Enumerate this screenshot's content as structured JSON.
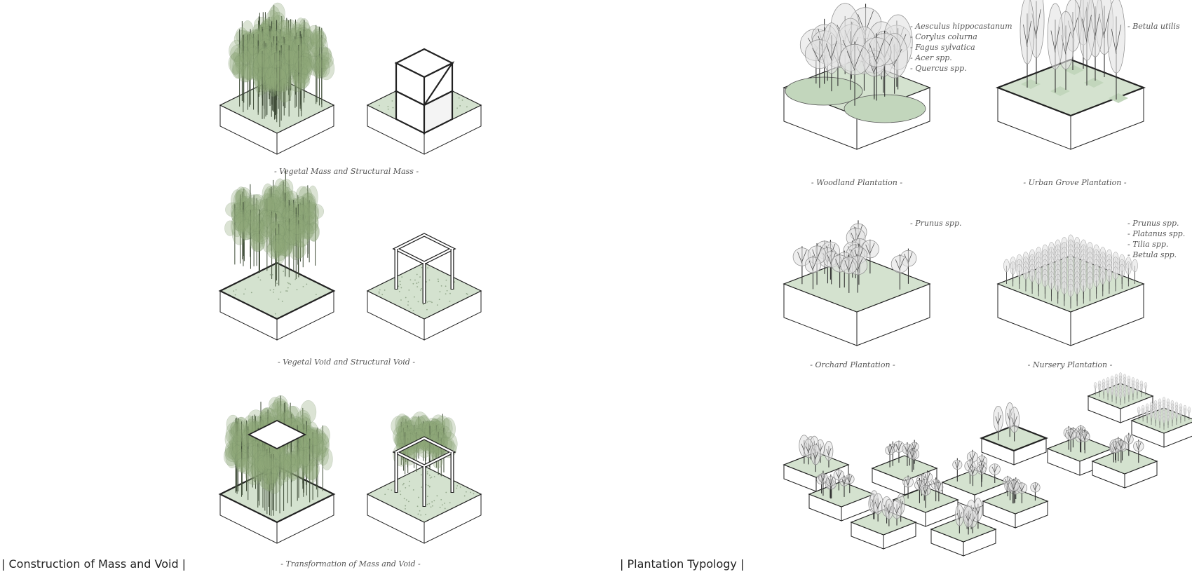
{
  "sections": {
    "left_title": "| Construction of Mass and Void |",
    "right_title": "| Plantation Typology |"
  },
  "captions": {
    "mass": "- Vegetal Mass and Structural Mass -",
    "void": "- Vegetal Void and Structural Void -",
    "transformation": "- Transformation of Mass and Void -",
    "woodland": "- Woodland Plantation -",
    "urban_grove": "- Urban Grove Plantation -",
    "orchard": "- Orchard Plantation -",
    "nursery": "- Nursery Plantation -"
  },
  "species": {
    "woodland": [
      "- Aesculus hippocastanum",
      "- Corylus colurna",
      "- Fagus sylvatica",
      "- Acer spp.",
      "- Quercus spp."
    ],
    "urban_grove": [
      "- Betula utilis"
    ],
    "orchard": [
      "- Prunus spp."
    ],
    "nursery": [
      "- Prunus spp.",
      "- Platanus spp.",
      "- Tilia spp.",
      "- Betula spp."
    ]
  },
  "colors": {
    "grass": "#d4e2cf",
    "grass_dark": "#c2d6bc",
    "foliage": "#8fa878",
    "crown": "#e3e3e3",
    "line": "#222222"
  }
}
